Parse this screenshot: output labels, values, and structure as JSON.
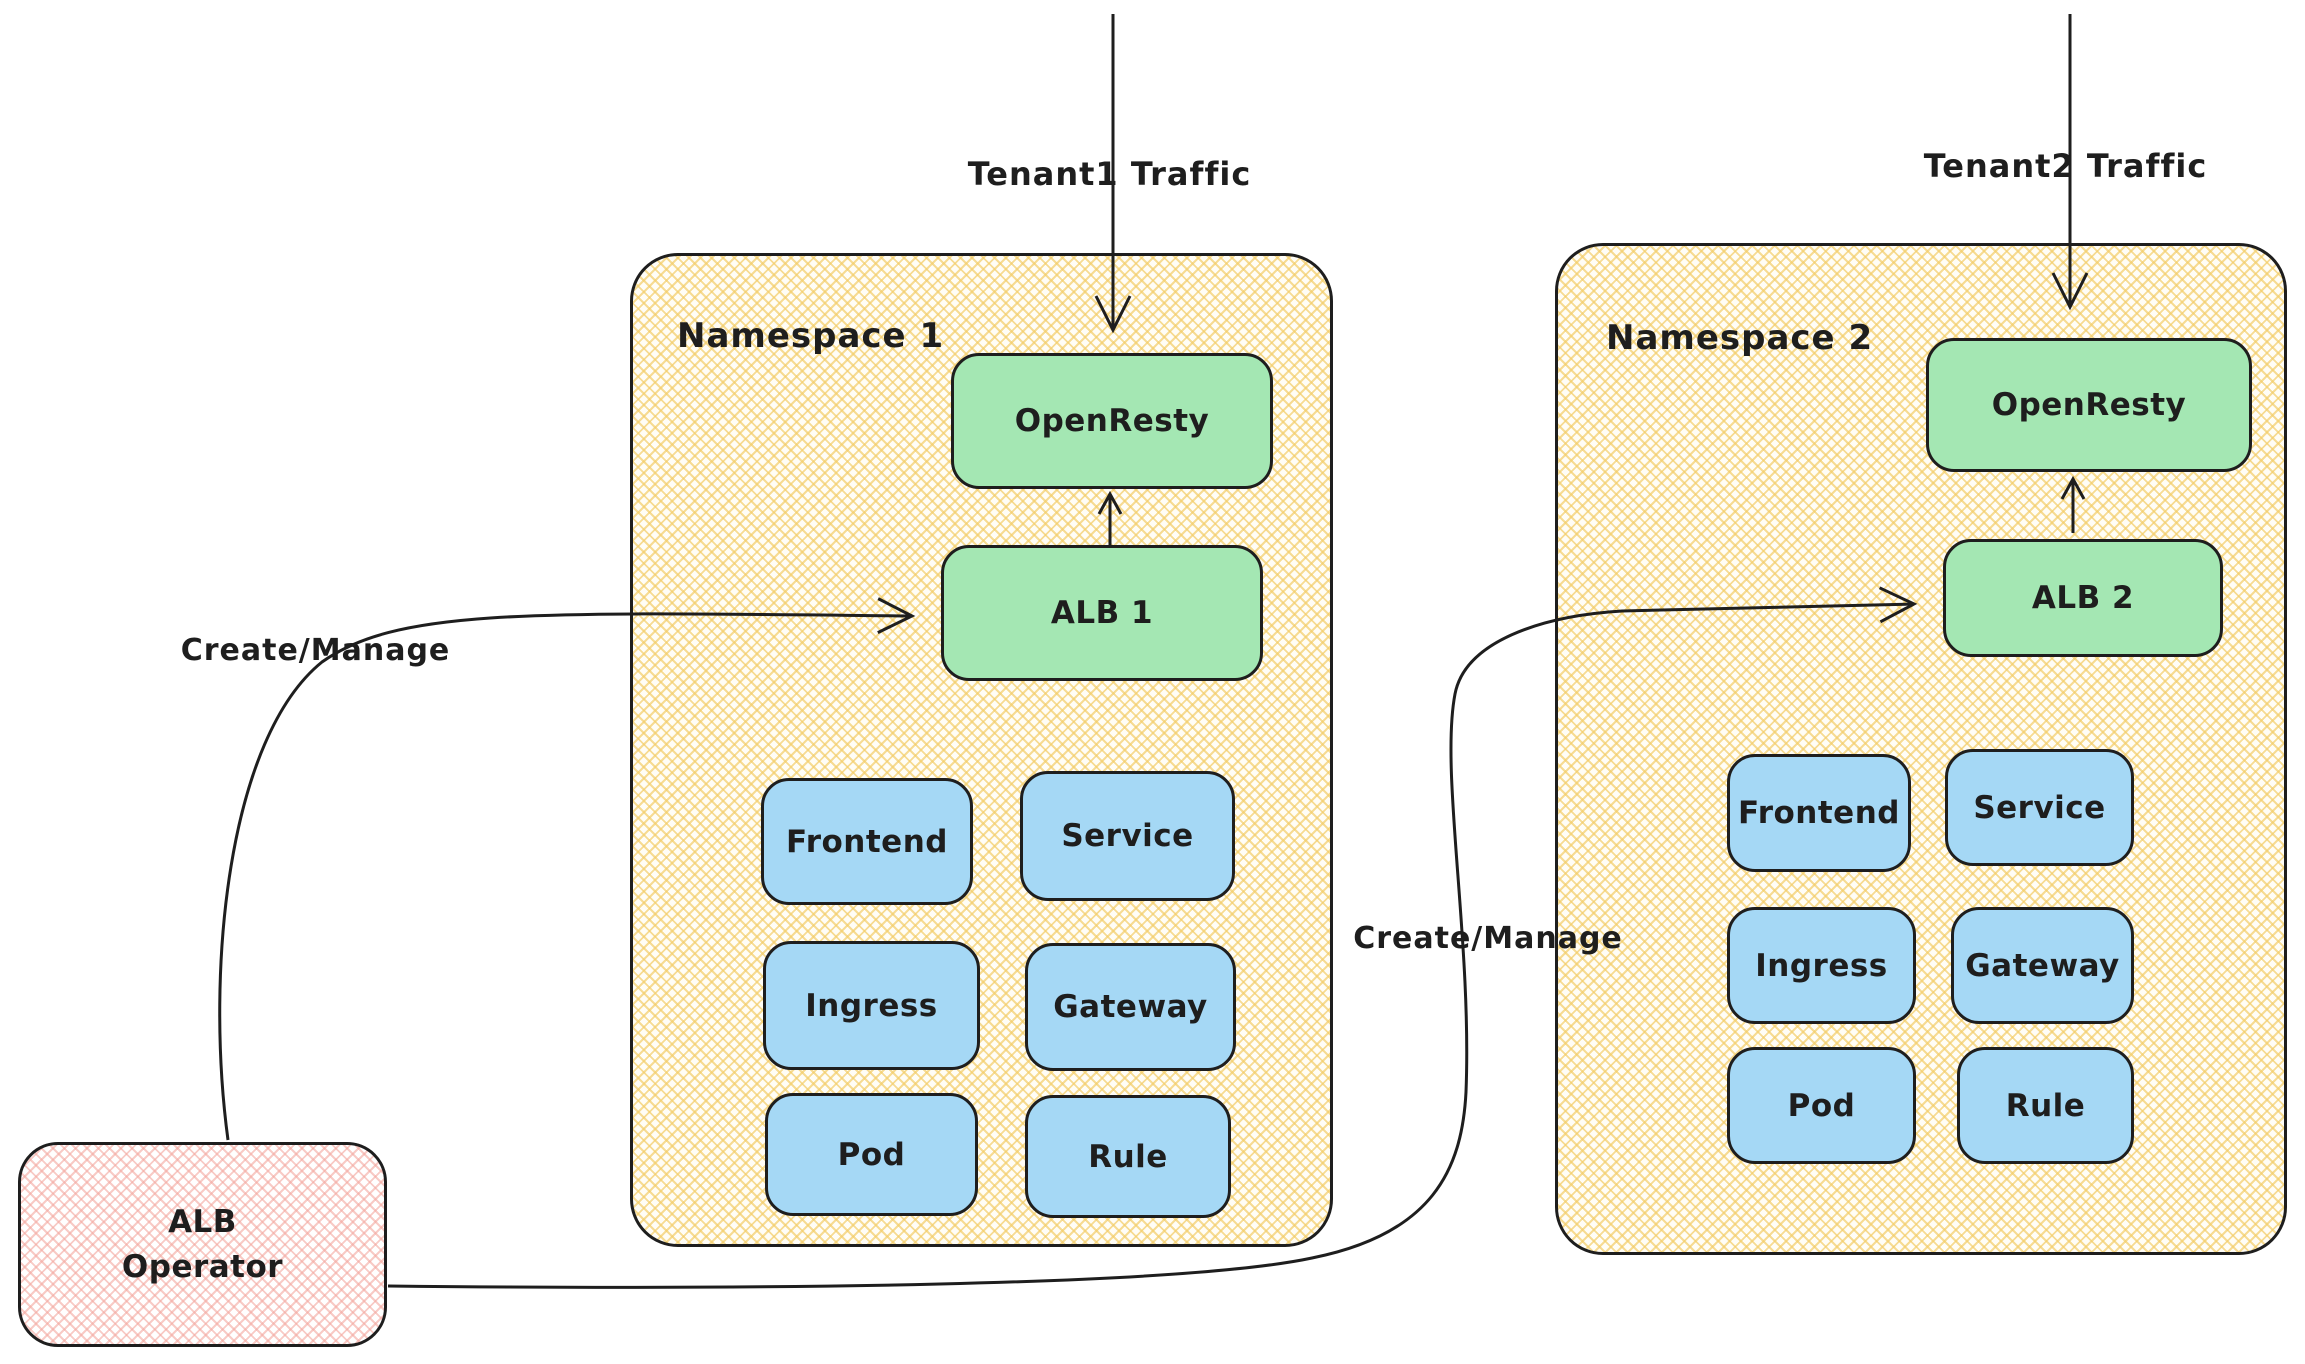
{
  "diagram": {
    "tool_style": "hand-drawn-architecture-sketch",
    "colors": {
      "stroke": "#1e1e1e",
      "namespace_hatch": "#f3cd69",
      "green_node": "#a4e7b3",
      "blue_node": "#a5d8f5",
      "operator_hatch": "#f3a8a0",
      "background": "#ffffff"
    }
  },
  "namespaces": [
    {
      "label": "Namespace 1",
      "openresty": "OpenResty",
      "alb": "ALB 1",
      "resources": [
        "Frontend",
        "Service",
        "Ingress",
        "Gateway",
        "Pod",
        "Rule"
      ]
    },
    {
      "label": "Namespace 2",
      "openresty": "OpenResty",
      "alb": "ALB 2",
      "resources": [
        "Frontend",
        "Service",
        "Ingress",
        "Gateway",
        "Pod",
        "Rule"
      ]
    }
  ],
  "operator": {
    "line1": "ALB",
    "line2": "Operator"
  },
  "edges": {
    "tenant1": "Tenant1 Traffic",
    "tenant2": "Tenant2 Traffic",
    "create_manage": "Create/Manage"
  }
}
